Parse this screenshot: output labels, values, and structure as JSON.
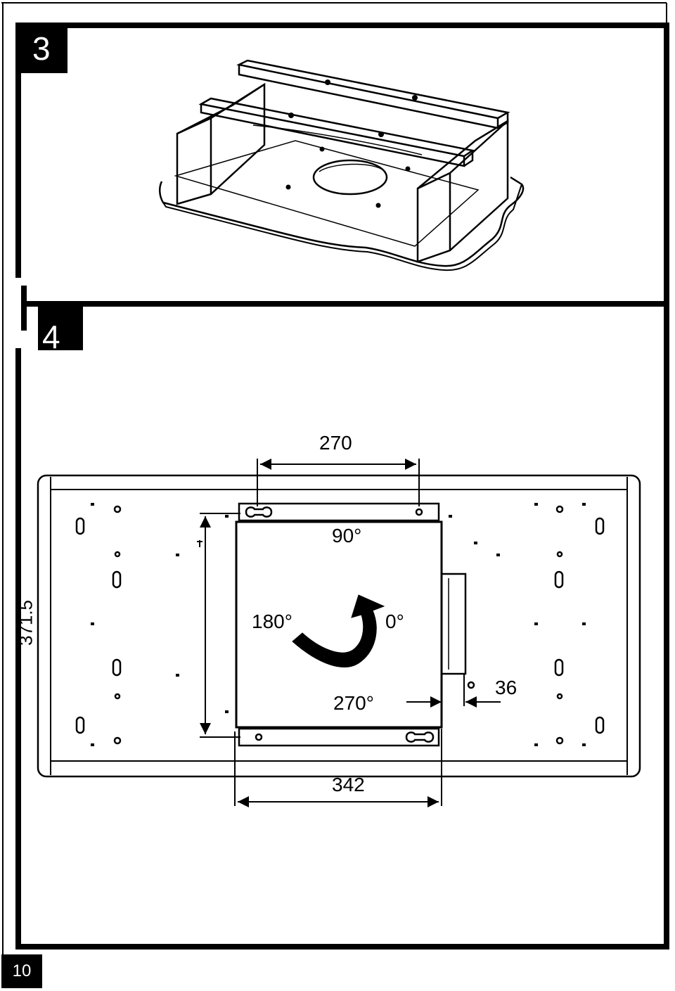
{
  "steps": [
    {
      "number": "3"
    },
    {
      "number": "4"
    }
  ],
  "dimensions": {
    "hole_spacing_top": "270",
    "vertical_spacing": "371.5",
    "plate_width": "342",
    "outlet_offset": "36"
  },
  "rotation_labels": {
    "top": "90°",
    "left": "180°",
    "right": "0°",
    "bottom": "270°"
  },
  "page_number": "10"
}
